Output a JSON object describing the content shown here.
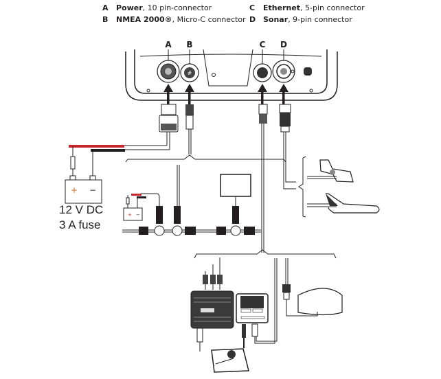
{
  "legend": {
    "items": [
      {
        "key": "A",
        "name": "Power",
        "desc": ", 10 pin-connector"
      },
      {
        "key": "B",
        "name": "NMEA 2000®",
        "desc": ", Micro-C connector"
      },
      {
        "key": "C",
        "name": "Ethernet",
        "desc": ", 5-pin connector"
      },
      {
        "key": "D",
        "name": "Sonar",
        "desc": ", 9-pin connector"
      }
    ]
  },
  "port_labels": [
    "A",
    "B",
    "C",
    "D"
  ],
  "power": {
    "line1": "12 V DC",
    "line2": "3 A fuse",
    "plus": "+",
    "minus": "−"
  },
  "colors": {
    "positive_wire": "#c8262c",
    "negative_wire": "#231f20",
    "plus_sign": "#d2691e"
  }
}
